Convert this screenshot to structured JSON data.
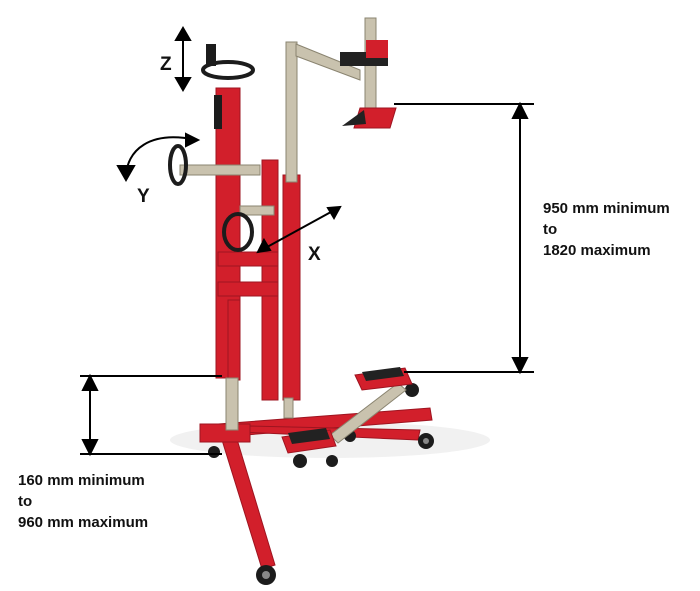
{
  "colors": {
    "frame": "#d21f2b",
    "frame_dark": "#9e1420",
    "metal": "#c9c2ae",
    "ink": "#000000",
    "wheel": "#1c1c1c"
  },
  "axes": {
    "z": "Z",
    "y": "Y",
    "x": "X"
  },
  "dim_right": {
    "line1": "950 mm minimum",
    "line2": "to",
    "line3": "1820 maximum"
  },
  "dim_left": {
    "line1": "160 mm minimum",
    "line2": "to",
    "line3": "960 mm maximum"
  }
}
